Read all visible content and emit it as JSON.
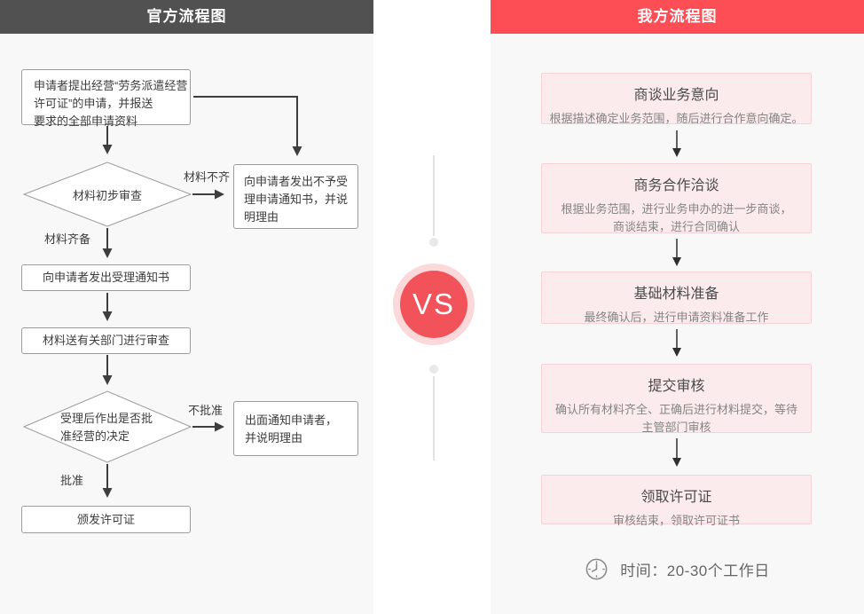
{
  "left_flow": {
    "title": "官方流程图",
    "nodes": {
      "apply": "申请者提出经营“劳务派遣经营\n许可证”的申请，并报送\n要求的全部申请资料",
      "initial_review": "材料初步审查",
      "reject_notice": "向申请者发出不予受\n理申请通知书，并说\n明理由",
      "accept_notice": "向申请者发出受理通知书",
      "dept_review": "材料送有关部门进行审查",
      "decision": "受理后作出是否批\n准经营的决定",
      "notify_applicant": "出面通知申请者，\n并说明理由",
      "issue_license": "颁发许可证"
    },
    "edge_labels": {
      "incomplete": "材料不齐",
      "complete": "材料齐备",
      "not_approved": "不批准",
      "approved": "批准"
    }
  },
  "vs": {
    "label": "VS"
  },
  "right_flow": {
    "title": "我方流程图",
    "steps": [
      {
        "title": "商谈业务意向",
        "desc": "根据描述确定业务范围，随后进行合作意向确定。"
      },
      {
        "title": "商务合作洽谈",
        "desc": "根据业务范围，进行业务申办的进一步商谈，\n商谈结束，进行合同确认"
      },
      {
        "title": "基础材料准备",
        "desc": "最终确认后，进行申请资料准备工作"
      },
      {
        "title": "提交审核",
        "desc": "确认所有材料齐全、正确后进行材料提交，等待\n主管部门审核"
      },
      {
        "title": "领取许可证",
        "desc": "审核结束，领取许可证书"
      }
    ],
    "time_note": "时间：20-30个工作日",
    "time_icon": "clock-icon"
  },
  "colors": {
    "left_header_bg": "#515151",
    "right_header_bg": "#fe4e55",
    "panel_bg": "#f8f8f8",
    "vs_circle": "#f2525a",
    "vs_ring": "#fbd8da",
    "pink_box_bg": "#fcebed",
    "pink_box_border": "#f7d2d6",
    "flow_line": "#3e3e3e",
    "divider_line": "#e3e3e3"
  }
}
